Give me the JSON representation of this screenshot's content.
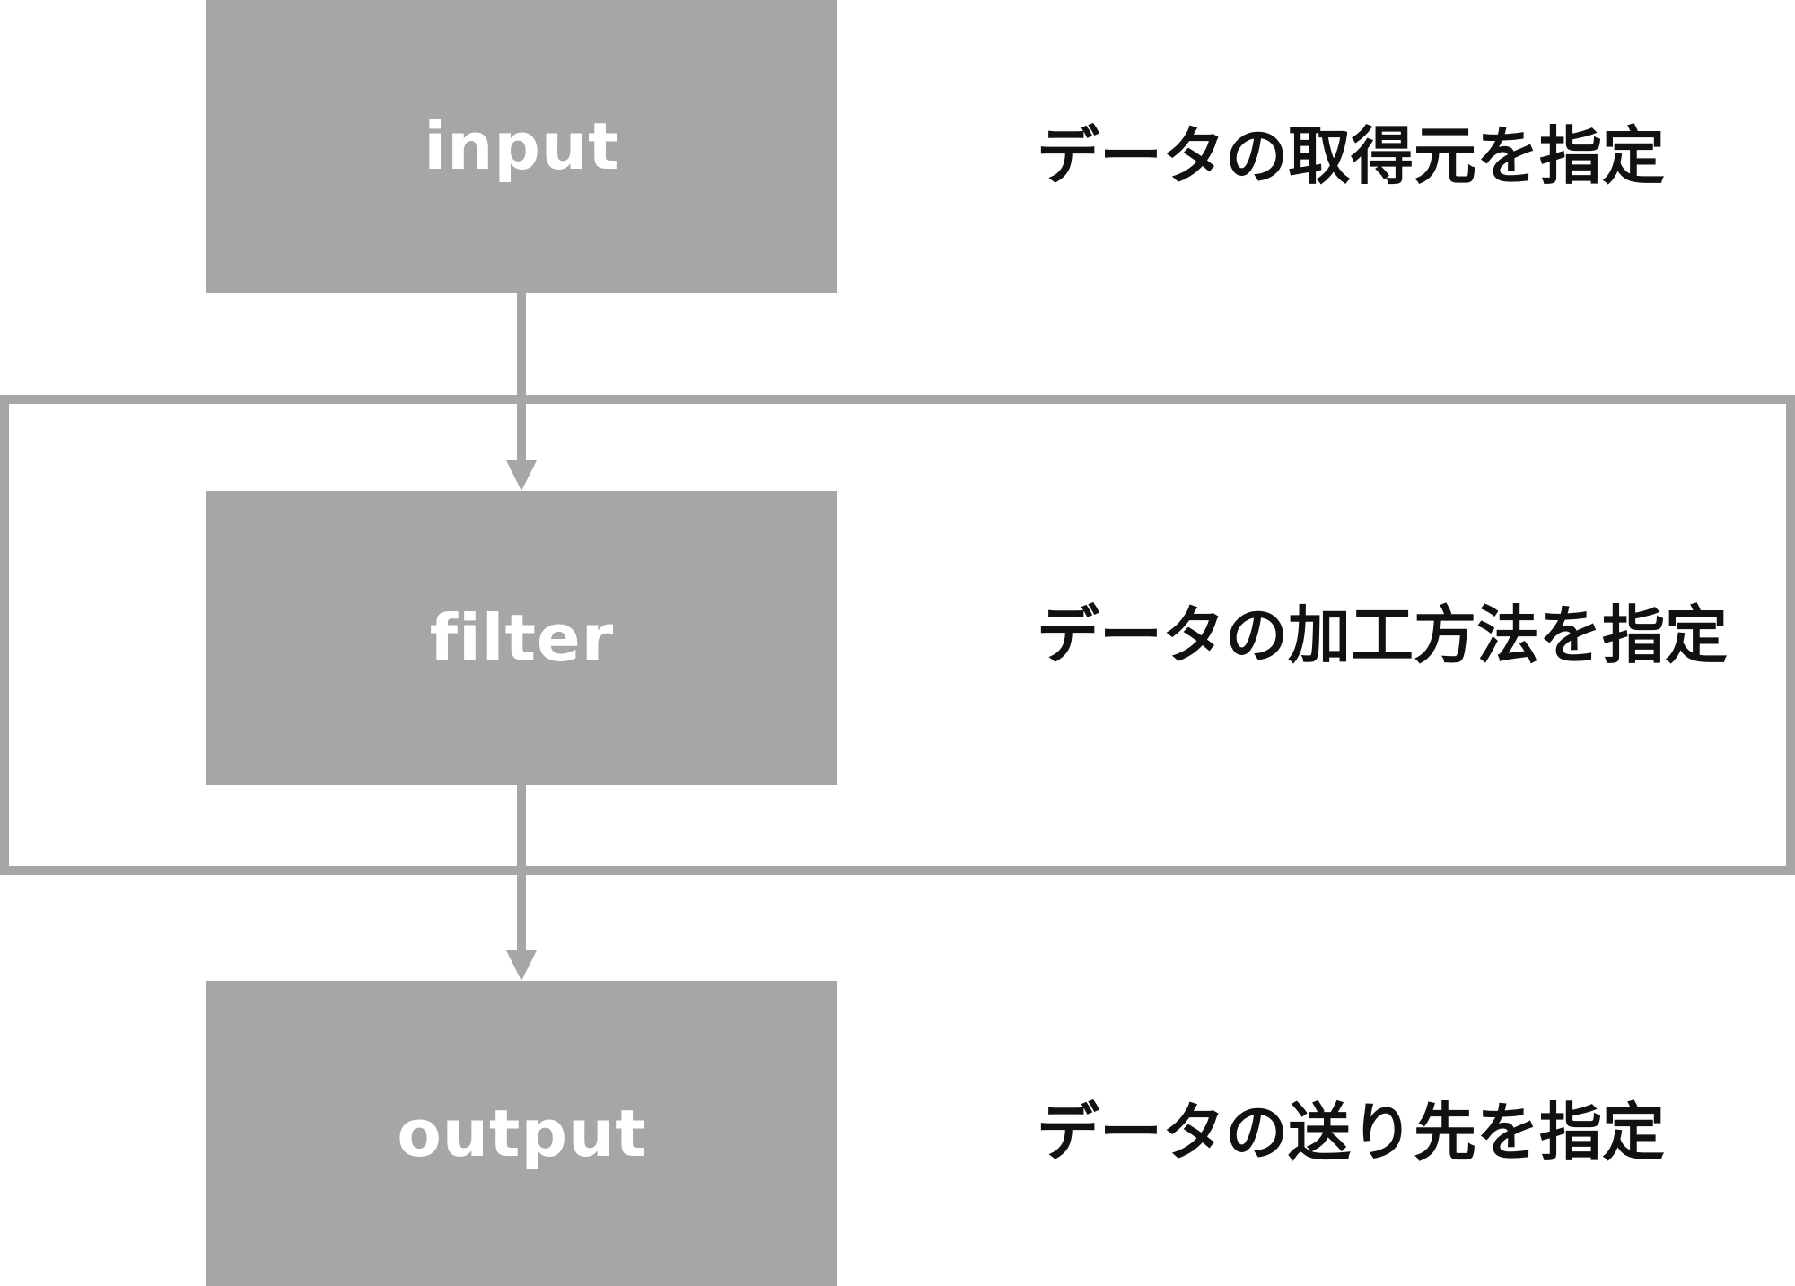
{
  "stages": [
    {
      "label": "input",
      "description": "データの取得元を指定"
    },
    {
      "label": "filter",
      "description": "データの加工方法を指定"
    },
    {
      "label": "output",
      "description": "データの送り先を指定"
    }
  ],
  "colors": {
    "box_fill": "#a6a6a6",
    "box_text": "#ffffff",
    "connector": "#a6a6a6",
    "highlight_frame": "#a6a6a6",
    "description_text": "#111111"
  },
  "highlighted_stage": "filter"
}
